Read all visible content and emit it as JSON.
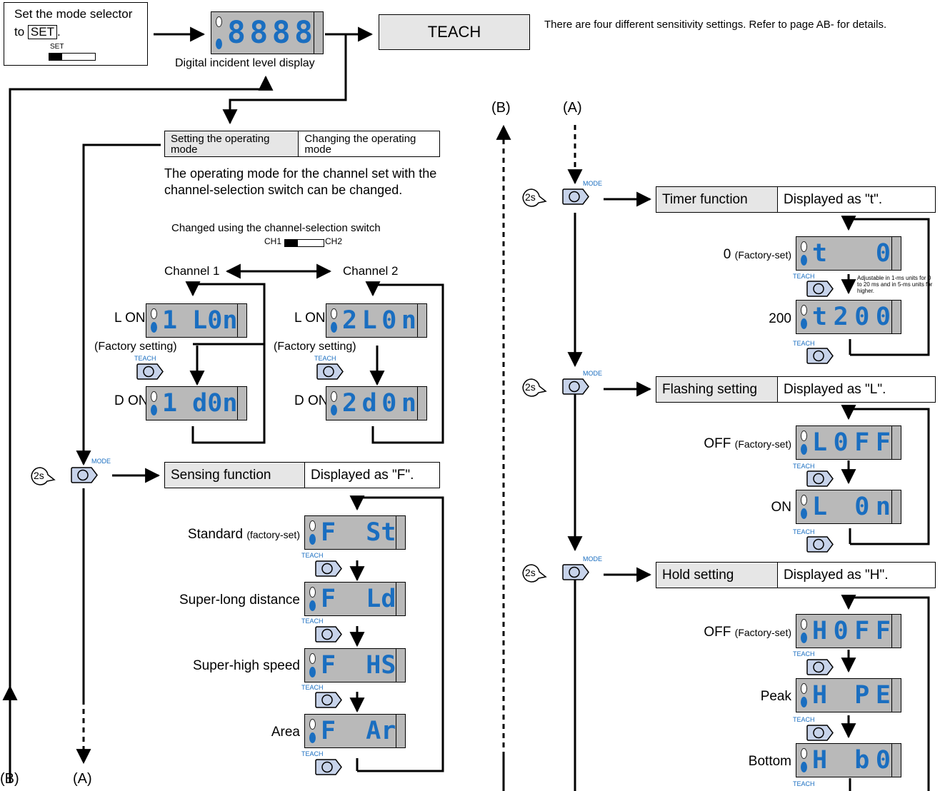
{
  "set_box": {
    "line1": "Set the mode selector",
    "line2_prefix": "to",
    "switch_label": "SET",
    "line2_suffix": ".",
    "slider_label": "SET"
  },
  "top_display": {
    "caption": "Digital incident level display",
    "digits": "8888"
  },
  "teach_box": {
    "label": "TEACH"
  },
  "sensitivity_note": "There are four different sensitivity settings. Refer to page AB- for details.",
  "operating_mode": {
    "header_left": "Setting the operating mode",
    "header_right": "Changing the operating mode",
    "description": "The operating mode for the channel set with the channel-selection switch can be changed.",
    "switch_note": "Changed using the channel-selection switch",
    "ch1": "CH1",
    "ch2": "CH2",
    "channel1": "Channel 1",
    "channel2": "Channel 2",
    "lon": "L ON",
    "don": "D ON",
    "factory": "(Factory setting)",
    "ch1_lon": "1 L0n",
    "ch1_don": "1 d0n",
    "ch2_lon": "2L0n",
    "ch2_don": "2d0n"
  },
  "sensing": {
    "header_left": "Sensing function",
    "header_right": "Displayed as \"F\".",
    "items": [
      {
        "label": "Standard",
        "note": "(factory-set)",
        "display": "F  St"
      },
      {
        "label": "Super-long distance",
        "note": "",
        "display": "F  Ld"
      },
      {
        "label": "Super-high speed",
        "note": "",
        "display": "F  HS"
      },
      {
        "label": "Area",
        "note": "",
        "display": "F  Ar"
      }
    ]
  },
  "timer": {
    "header_left": "Timer function",
    "header_right": "Displayed as \"t\".",
    "items": [
      {
        "label": "0",
        "note": "(Factory-set)",
        "display": "t   0"
      },
      {
        "label": "200",
        "note": "",
        "display": "t200"
      }
    ],
    "adjust_note": "Adjustable in 1-ms units for 0 to 20 ms and in 5-ms units for higher."
  },
  "flashing": {
    "header_left": "Flashing setting",
    "header_right": "Displayed as \"L\".",
    "items": [
      {
        "label": "OFF",
        "note": "(Factory-set)",
        "display": "L0FF"
      },
      {
        "label": "ON",
        "note": "",
        "display": "L 0n"
      }
    ]
  },
  "hold": {
    "header_left": "Hold setting",
    "header_right": "Displayed as \"H\".",
    "items": [
      {
        "label": "OFF",
        "note": "(Factory-set)",
        "display": "H0FF"
      },
      {
        "label": "Peak",
        "note": "",
        "display": "H PE"
      },
      {
        "label": "Bottom",
        "note": "",
        "display": "H b0"
      }
    ]
  },
  "labels": {
    "mode": "MODE",
    "teach": "TEACH",
    "two_s": "2s",
    "a": "(A)",
    "b": "(B)"
  },
  "colors": {
    "display_bg": "#b9b9b9",
    "segment": "#1a6ec0",
    "button_fill": "#c7d3ea",
    "header_fill": "#e6e6e6"
  }
}
